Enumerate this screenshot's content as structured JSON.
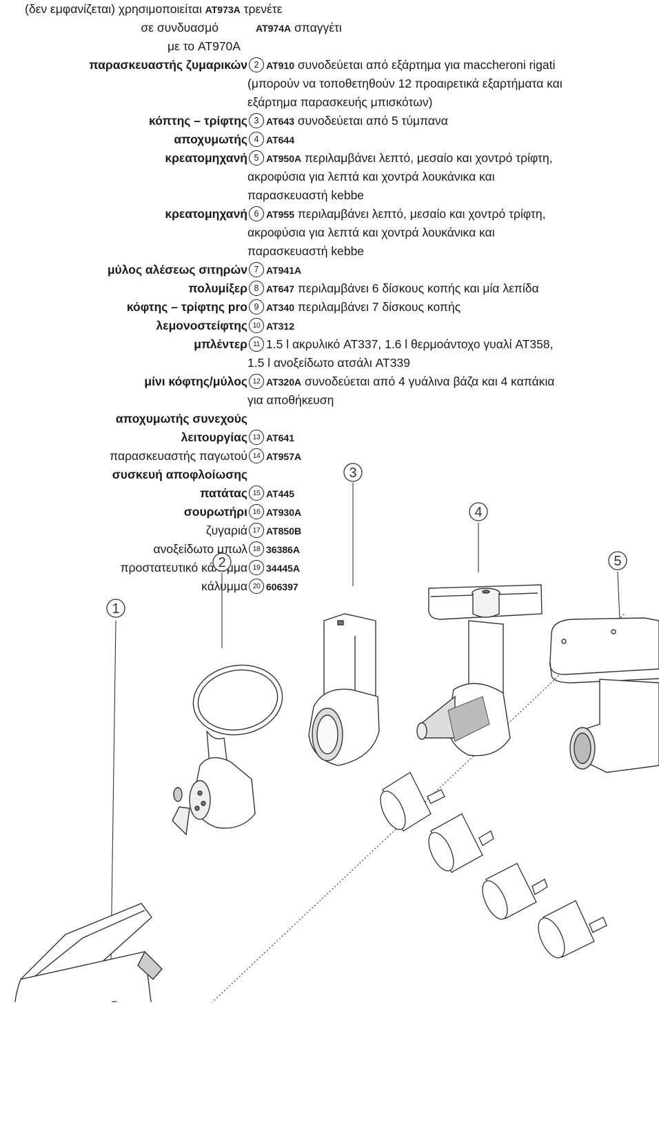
{
  "header": {
    "line1_prefix": "(δεν εμφανίζεται) χρησιμοποιείται",
    "line1_code": "AT973A",
    "line1_suffix": "τρενέτε",
    "line2_label": "σε συνδυασμό",
    "line2_code": "AT974A",
    "line2_suffix": "σπαγγέτι",
    "line3_label": "με το AT970A"
  },
  "items": [
    {
      "num": "2",
      "label": "παρασκευαστής ζυμαρικών",
      "bold": true,
      "code": "AT910",
      "desc": "συνοδεύεται από εξάρτημα για maccheroni rigati",
      "cont": [
        "(μπορούν να τοποθετηθούν 12 προαιρετικά εξαρτήματα και",
        "εξάρτημα παρασκευής μπισκότων)"
      ]
    },
    {
      "num": "3",
      "label": "κόπτης – τρίφτης",
      "bold": true,
      "code": "AT643",
      "desc": "συνοδεύεται από 5 τύμπανα",
      "cont": []
    },
    {
      "num": "4",
      "label": "αποχυμωτής",
      "bold": true,
      "code": "AT644",
      "desc": "",
      "cont": []
    },
    {
      "num": "5",
      "label": "κρεατομηχανή",
      "bold": true,
      "code": "AT950A",
      "desc": "περιλαμβάνει λεπτό, μεσαίο και χοντρό τρίφτη,",
      "cont": [
        "ακροφύσια για λεπτά και χοντρά λουκάνικα και",
        "παρασκευαστή kebbe"
      ]
    },
    {
      "num": "6",
      "label": "κρεατομηχανή",
      "bold": true,
      "code": "AT955",
      "desc": "περιλαμβάνει λεπτό, μεσαίο και χοντρό τρίφτη,",
      "cont": [
        "ακροφύσια για λεπτά και χοντρά λουκάνικα και",
        "παρασκευαστή kebbe"
      ]
    },
    {
      "num": "7",
      "label": "μύλος αλέσεως σιτηρών",
      "bold": true,
      "code": "AT941A",
      "desc": "",
      "cont": []
    },
    {
      "num": "8",
      "label": "πολυμίξερ",
      "bold": true,
      "code": "AT647",
      "desc": "περιλαμβάνει 6 δίσκους κοπής και μία λεπίδα",
      "cont": []
    },
    {
      "num": "9",
      "label": "κόφτης – τρίφτης pro",
      "bold": true,
      "code": "AT340",
      "desc": "περιλαμβάνει 7 δίσκους κοπής",
      "cont": []
    },
    {
      "num": "10",
      "label": "λεμονοστείφτης",
      "bold": true,
      "code": "AT312",
      "desc": "",
      "cont": []
    },
    {
      "num": "11",
      "label": "μπλέντερ",
      "bold": true,
      "code": "",
      "desc": "1.5 l ακρυλικό AT337, 1.6 l θερμοάντοχο γυαλί AT358,",
      "cont": [
        "1.5 l ανοξείδωτο ατσάλι AT339"
      ]
    },
    {
      "num": "12",
      "label": "μίνι κόφτης/μύλος",
      "bold": true,
      "code": "AT320A",
      "desc": "συνοδεύεται από 4 γυάλινα βάζα και 4 καπάκια",
      "cont": [
        "για αποθήκευση"
      ]
    },
    {
      "num": "13",
      "label": "λειτουργίας",
      "label_pre": "αποχυμωτής συνεχούς",
      "bold": true,
      "code": "AT641",
      "desc": "",
      "cont": []
    },
    {
      "num": "14",
      "label": "παρασκευαστής παγωτού",
      "bold": false,
      "code": "AT957A",
      "desc": "",
      "cont": []
    },
    {
      "num": "15",
      "label": "πατάτας",
      "label_pre": "συσκευή αποφλοίωσης",
      "bold": true,
      "code": "AT445",
      "desc": "",
      "cont": []
    },
    {
      "num": "16",
      "label": "σουρωτήρι",
      "bold": true,
      "code": "AT930A",
      "desc": "",
      "cont": []
    },
    {
      "num": "17",
      "label": "ζυγαριά",
      "bold": false,
      "code": "AT850B",
      "desc": "",
      "cont": []
    },
    {
      "num": "18",
      "label": "ανοξείδωτο μπωλ",
      "bold": false,
      "code": "36386A",
      "desc": "",
      "cont": []
    },
    {
      "num": "19",
      "label": "προστατευτικό κάλυμμα",
      "bold": false,
      "code": "34445A",
      "desc": "",
      "cont": []
    },
    {
      "num": "20",
      "label": "κάλυμμα",
      "bold": false,
      "code": "606397",
      "desc": "",
      "cont": []
    }
  ],
  "callouts": [
    "1",
    "2",
    "3",
    "4",
    "5"
  ]
}
